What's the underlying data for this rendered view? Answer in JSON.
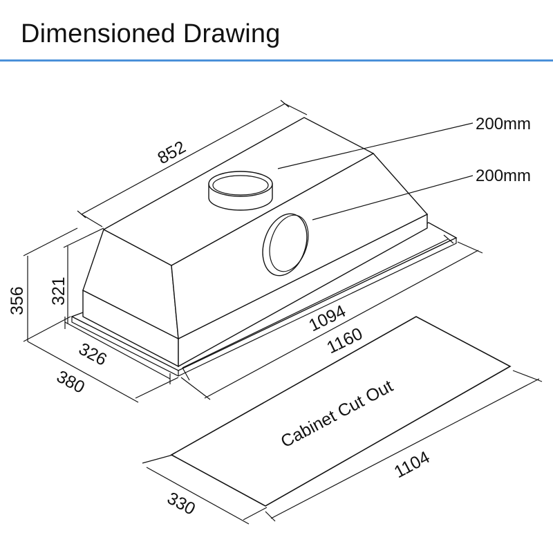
{
  "header": {
    "title": "Dimensioned Drawing"
  },
  "colors": {
    "rule": "#4a90d9",
    "ink": "#111111"
  },
  "dimensions": {
    "length_top": "852",
    "duct_top": "200mm",
    "duct_side": "200mm",
    "height_total": "356",
    "height_body": "321",
    "depth_body": "326",
    "depth_flange": "380",
    "length_body": "1094",
    "length_flange": "1160",
    "cutout_length": "1104",
    "cutout_depth": "330"
  },
  "cutout": {
    "label": "Cabinet Cut Out"
  }
}
